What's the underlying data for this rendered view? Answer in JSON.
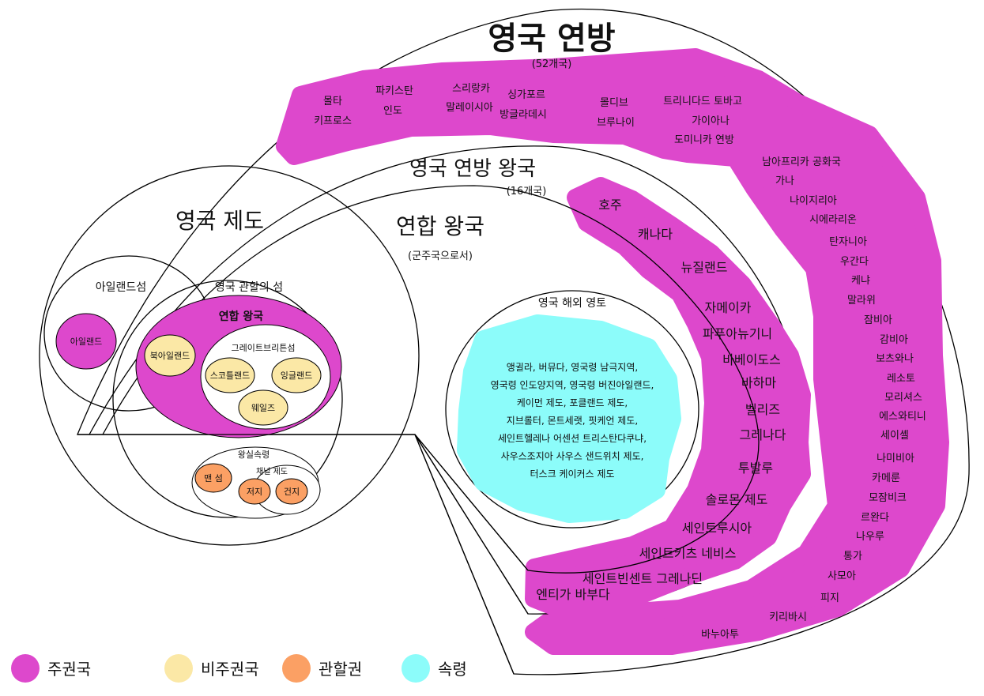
{
  "titles": {
    "commonwealth": "영국 연방",
    "commonwealth_count": "(52개국)",
    "realms": "영국 연방 왕국",
    "realms_count": "(16개국)",
    "uk_monarchy": "연합 왕국",
    "uk_monarchy_sub": "(군주국으로서)",
    "british_isles": "영국 제도",
    "ireland_island": "아일랜드섬",
    "crown_islands": "영국 관할의 섬",
    "uk": "연합 왕국",
    "great_britain": "그레이트브리튼섬",
    "crown_dependencies": "왕실속령",
    "channel_islands": "채널 제도",
    "overseas": "영국 해외 영토"
  },
  "isles": {
    "ireland": "아일랜드",
    "northern_ireland": "북아일랜드",
    "scotland": "스코틀랜드",
    "england": "잉글랜드",
    "wales": "웨일즈",
    "isle_of_man": "맨 섬",
    "jersey": "저지",
    "guernsey": "건지"
  },
  "overseas_lines": [
    "앵귈라, 버뮤다, 영국령 남극지역,",
    "영국령 인도양지역, 영국령 버진아일랜드,",
    "케이먼 제도, 포클랜드 제도,",
    "지브롤터, 몬트세랫, 핏케언 제도,",
    "세인트헬레나 어센션 트리스탄다쿠냐,",
    "사우스조지아 사우스 샌드위치 제도,",
    "터스크 케이커스 제도"
  ],
  "commonwealth_members": [
    "몰타",
    "키프로스",
    "파키스탄",
    "인도",
    "스리랑카",
    "말레이시아",
    "싱가포르",
    "방글라데시",
    "몰디브",
    "브루나이",
    "트리니다드 토바고",
    "가이아나",
    "도미니카 연방",
    "남아프리카 공화국",
    "가나",
    "나이지리아",
    "시에라리온",
    "탄자니아",
    "우간다",
    "케냐",
    "말라위",
    "잠비아",
    "감비아",
    "보츠와나",
    "레소토",
    "모리셔스",
    "에스와티니",
    "세이셸",
    "나미비아",
    "카메룬",
    "모잠비크",
    "르완다",
    "나우루",
    "통가",
    "사모아",
    "피지",
    "키리바시",
    "바누아투"
  ],
  "realms": [
    "호주",
    "캐나다",
    "뉴질랜드",
    "자메이카",
    "파푸아뉴기니",
    "바베이도스",
    "바하마",
    "벨리즈",
    "그레나다",
    "투발루",
    "솔로몬 제도",
    "세인트루시아",
    "세인트키츠 네비스",
    "세인트빈센트 그레나딘",
    "엔티가 바부다"
  ],
  "legend": [
    {
      "label": "주권국",
      "color": "#dd48cc"
    },
    {
      "label": "비주권국",
      "color": "#fbe8a6"
    },
    {
      "label": "관할권",
      "color": "#fba064"
    },
    {
      "label": "속령",
      "color": "#8cfcfa"
    }
  ]
}
